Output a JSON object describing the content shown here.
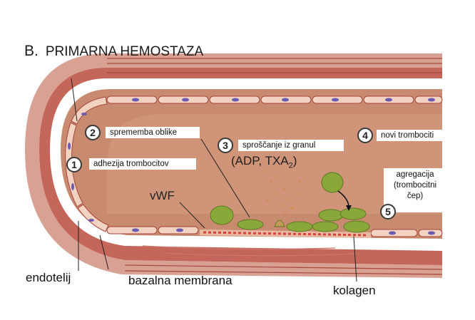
{
  "title": {
    "letter": "B.",
    "text": "PRIMARNA HEMOSTAZA"
  },
  "steps": [
    {
      "number": "1",
      "label": "adhezija trombocitov"
    },
    {
      "number": "2",
      "label": "sprememba oblike"
    },
    {
      "number": "3",
      "label": "sproščanje iz granul"
    },
    {
      "number": "4",
      "label": "novi trombociti"
    },
    {
      "number": "5",
      "label": "agregacija\n(trombocitni\nčep)"
    }
  ],
  "mediators": {
    "text": "(ADP, TXA",
    "subscript": "2",
    "close": ")"
  },
  "vwf": "vWF",
  "bottom_labels": {
    "endotelij": "endotelij",
    "bazalna": "bazalna membrana",
    "kolagen": "kolagen"
  },
  "colors": {
    "lumen": "#c8876a",
    "wall": "#b9503f",
    "cell": "#f2d2c0",
    "nucleus": "#6a5bb0",
    "platelet": "#8aa83a",
    "granules": "#d08a4a"
  }
}
